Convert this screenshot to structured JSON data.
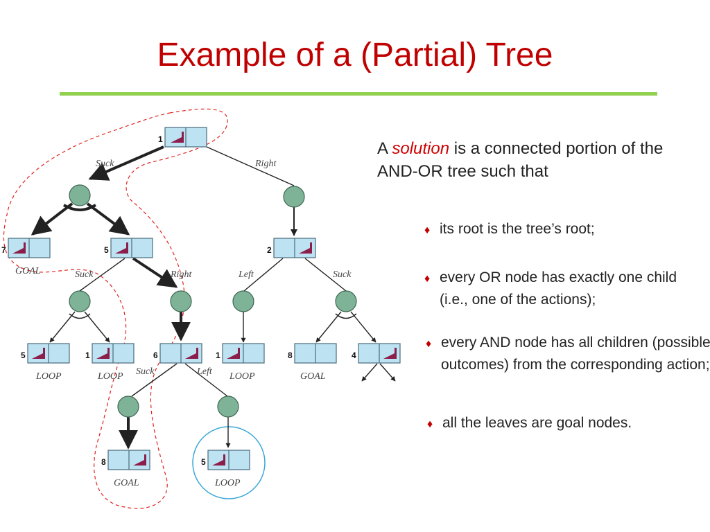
{
  "title": "Example of a (Partial) Tree",
  "intro": {
    "prefix": "A",
    "highlight": "solution",
    "rest": "is a connected portion of the AND-OR tree such that"
  },
  "bullets": [
    {
      "marker": "♦",
      "text": "its root is the tree’s root;"
    },
    {
      "marker": "♦",
      "text": "every OR node has exactly one child (i.e., one of the actions);"
    },
    {
      "marker": "♦",
      "text": "every AND node has all children (possible outcomes) from the corresponding action;"
    },
    {
      "marker": "♦",
      "text": "all the leaves are goal nodes."
    }
  ],
  "colors": {
    "title": "#c00000",
    "rule": "#92d050",
    "highlight": "#d00000",
    "and_node": "#7fb398",
    "state_box": "#bde2f2",
    "dashed_outline": "#e0231e",
    "loop_circle": "#3aa6d8"
  },
  "tree": {
    "states": {
      "root": {
        "number": "1",
        "label": ""
      },
      "s7": {
        "number": "7",
        "label": "GOAL"
      },
      "s5": {
        "number": "5",
        "label": ""
      },
      "s2": {
        "number": "2",
        "label": ""
      },
      "s5a": {
        "number": "5",
        "label": "LOOP"
      },
      "s1a": {
        "number": "1",
        "label": "LOOP"
      },
      "s6": {
        "number": "6",
        "label": ""
      },
      "s1b": {
        "number": "1",
        "label": "LOOP"
      },
      "s8a": {
        "number": "8",
        "label": "GOAL"
      },
      "s4": {
        "number": "4",
        "label": ""
      },
      "s8b": {
        "number": "8",
        "label": "GOAL"
      },
      "s5b": {
        "number": "5",
        "label": "LOOP"
      }
    },
    "actions": {
      "root_suck": "Suck",
      "root_right": "Right",
      "s5_suck": "Suck",
      "s5_right": "Right",
      "s2_left": "Left",
      "s2_suck": "Suck",
      "s6_suck": "Suck",
      "s6_left": "Left"
    }
  }
}
